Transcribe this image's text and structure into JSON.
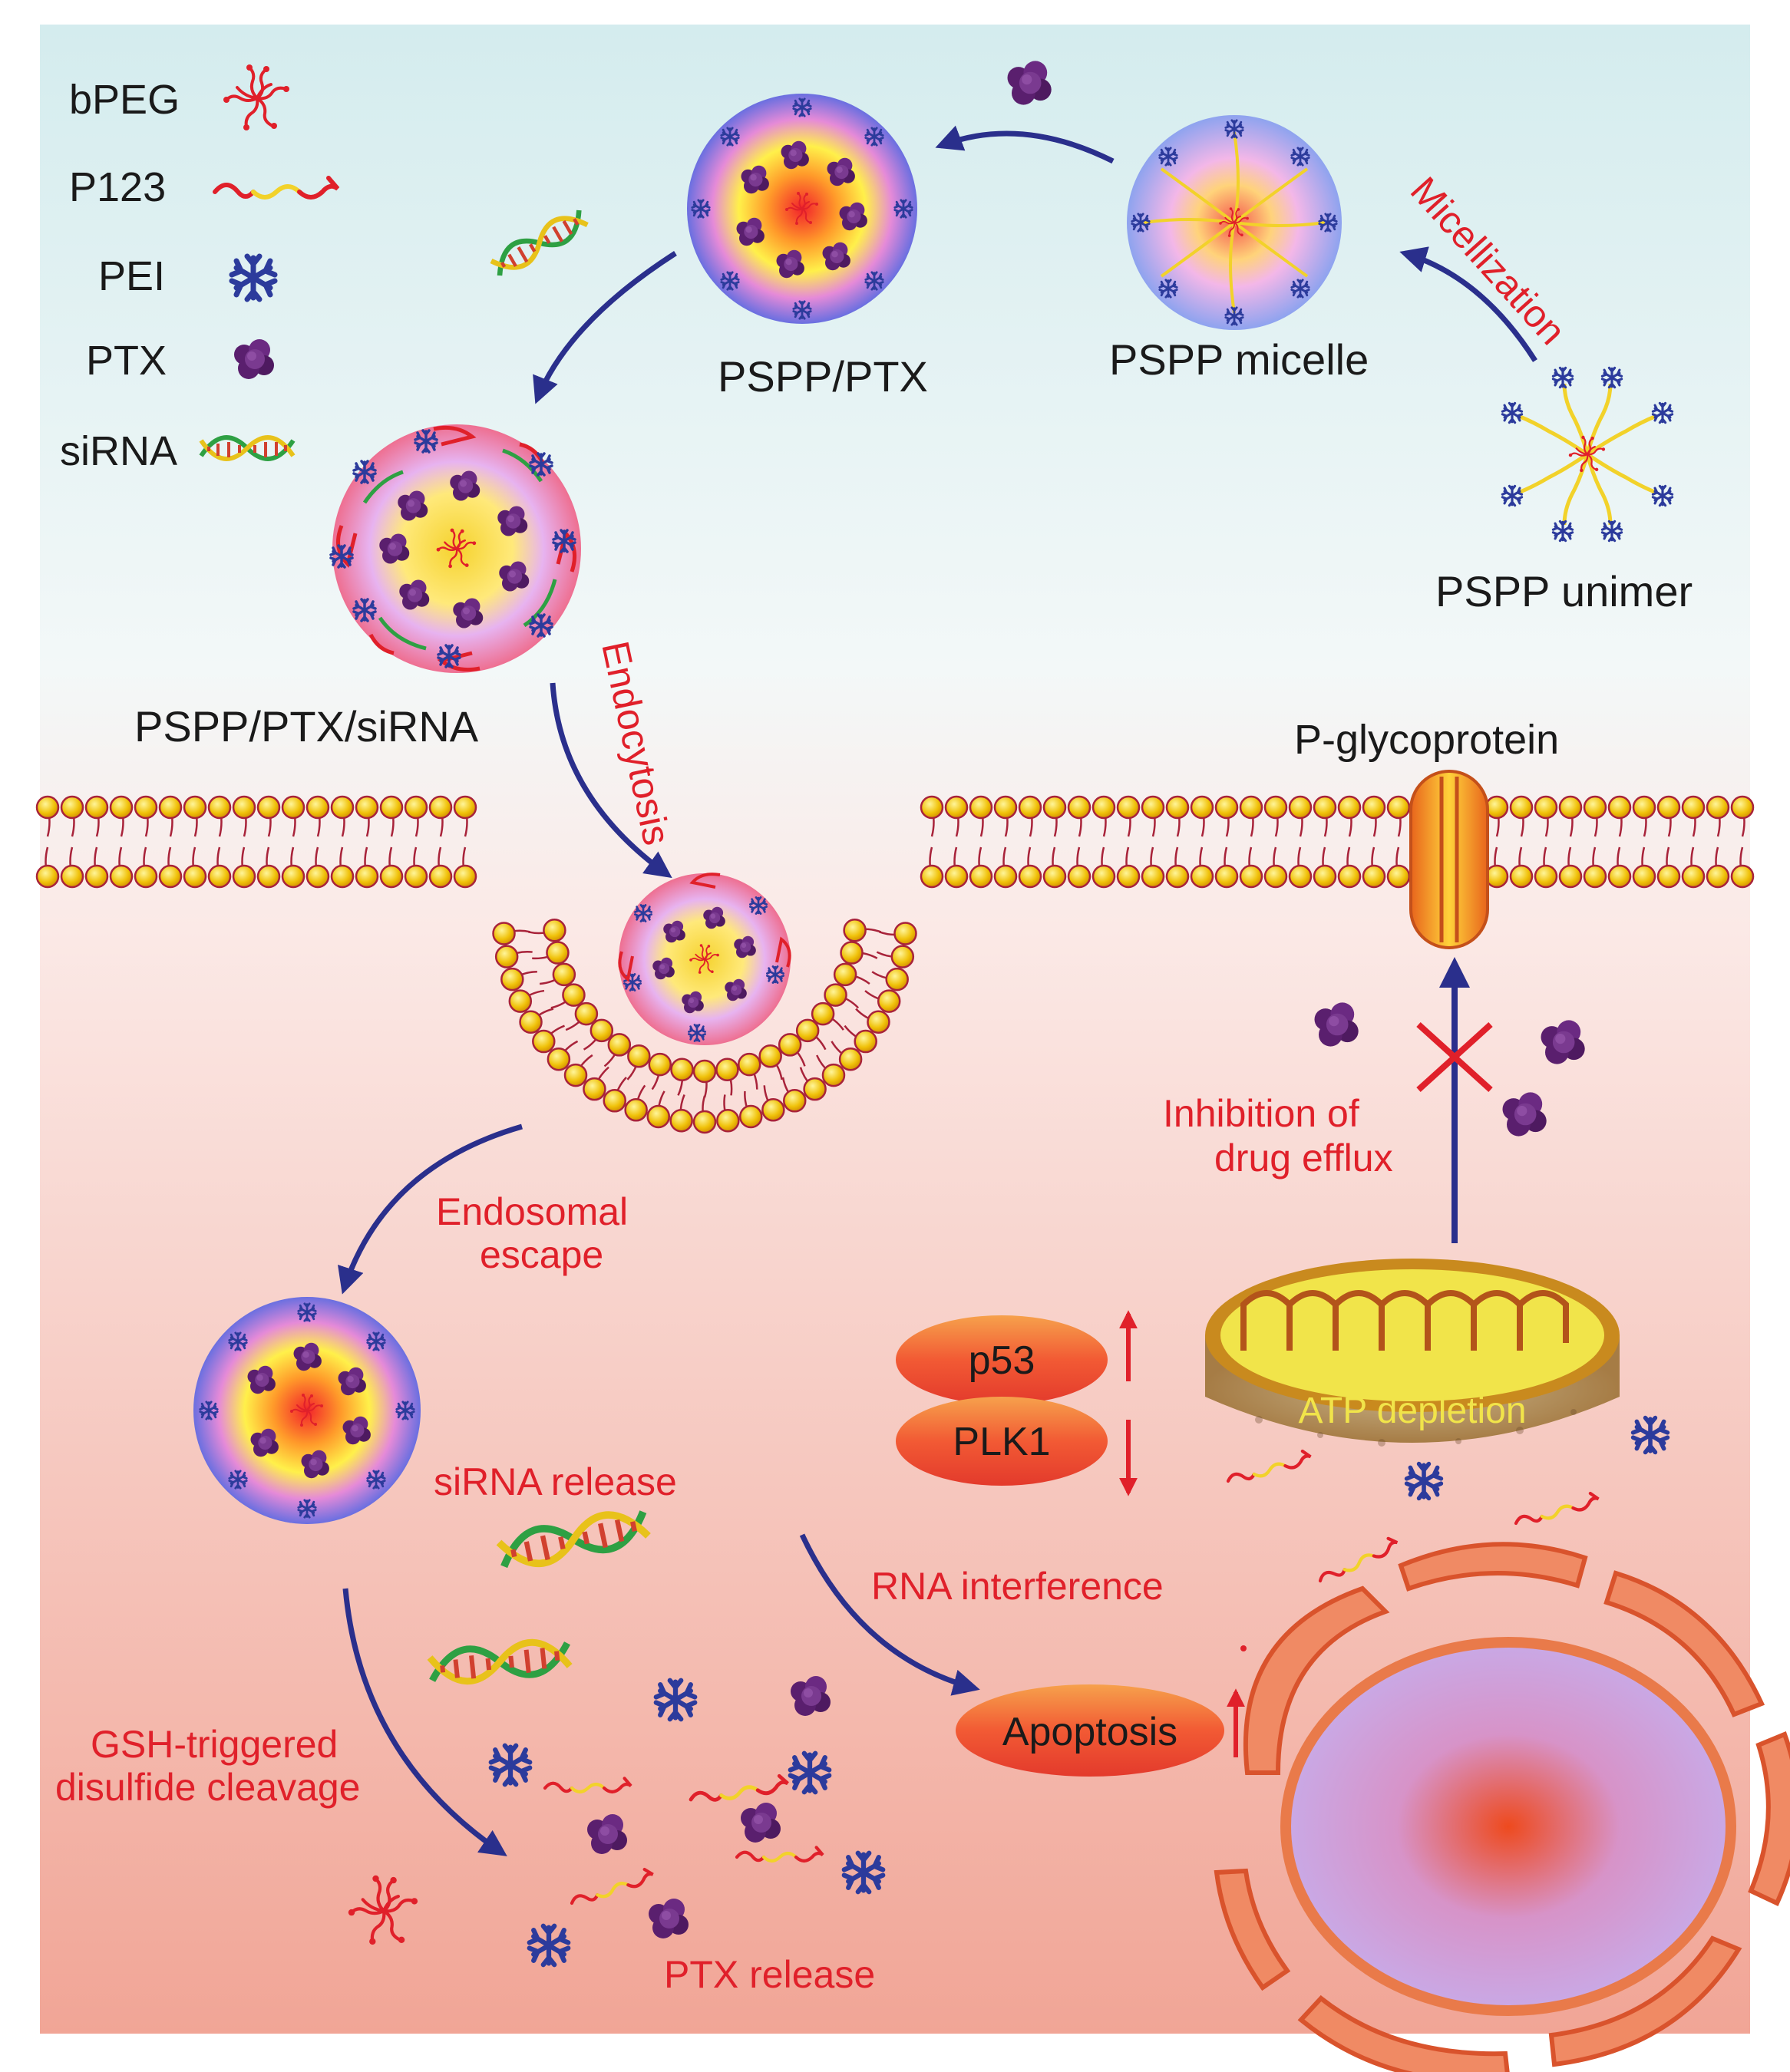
{
  "legend": {
    "bpeg": "bPEG",
    "p123": "P123",
    "pei": "PEI",
    "ptx": "PTX",
    "sirna": "siRNA"
  },
  "particles": {
    "pspp_ptx": "PSPP/PTX",
    "pspp_micelle": "PSPP micelle",
    "pspp_unimer": "PSPP unimer",
    "pspp_ptx_sirna": "PSPP/PTX/siRNA"
  },
  "processes": {
    "micellization": "Micellization",
    "endocytosis": "Endocytosis",
    "endosomal_escape_line1": "Endosomal",
    "endosomal_escape_line2": "escape",
    "sirna_release": "siRNA release",
    "rna_interference": "RNA interference",
    "gsh_line1": "GSH-triggered",
    "gsh_line2": "disulfide cleavage",
    "ptx_release": "PTX release",
    "inhibition_line1": "Inhibition of",
    "inhibition_line2": "drug efflux"
  },
  "cell": {
    "p_glycoprotein": "P-glycoprotein",
    "p53": "p53",
    "plk1": "PLK1",
    "atp_depletion": "ATP depletion",
    "apoptosis": "Apoptosis"
  },
  "colors": {
    "label_black": "#1a1a1a",
    "label_red": "#e0202a",
    "arrow_blue": "#2a2f8c",
    "pei_blue": "#2c3b9c",
    "ptx_purple": "#5a1f6e",
    "lipid_head": "#e9b400",
    "lipid_edge": "#a8233a"
  }
}
